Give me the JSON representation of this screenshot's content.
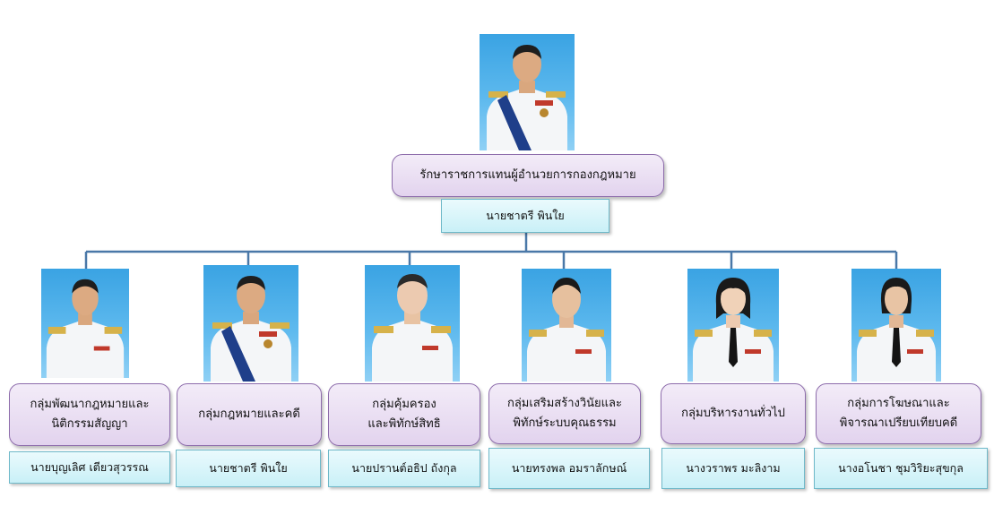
{
  "director": {
    "title": "รักษาราชการแทนผู้อำนวยการกองกฎหมาย",
    "name": "นายชาตรี พินใย"
  },
  "groups": [
    {
      "title": "กลุ่มพัฒนากฎหมายและ\nนิติกรรมสัญญา",
      "name": "นายบุญเลิศ เตียวสุวรรณ"
    },
    {
      "title": "กลุ่มกฎหมายและคดี",
      "name": "นายชาตรี พินใย"
    },
    {
      "title": "กลุ่มคุ้มครอง\nและพิทักษ์สิทธิ",
      "name": "นายปรานต์อธิป ถังกุล"
    },
    {
      "title": "กลุ่มเสริมสร้างวินัยและ\nพิทักษ์ระบบคุณธรรม",
      "name": "นายทรงพล อมราลักษณ์"
    },
    {
      "title": "กลุ่มบริหารงานทั่วไป",
      "name": "นางวราพร มะลิงาม"
    },
    {
      "title": "กลุ่มการโฆษณาและ\nพิจารณาเปรียบเทียบคดี",
      "name": "นางอโนชา ชุมวิริยะสุขกุล"
    }
  ],
  "colors": {
    "connector": "#4a78a8",
    "title_border": "#8d6cab",
    "name_border": "#6fb9c9"
  }
}
